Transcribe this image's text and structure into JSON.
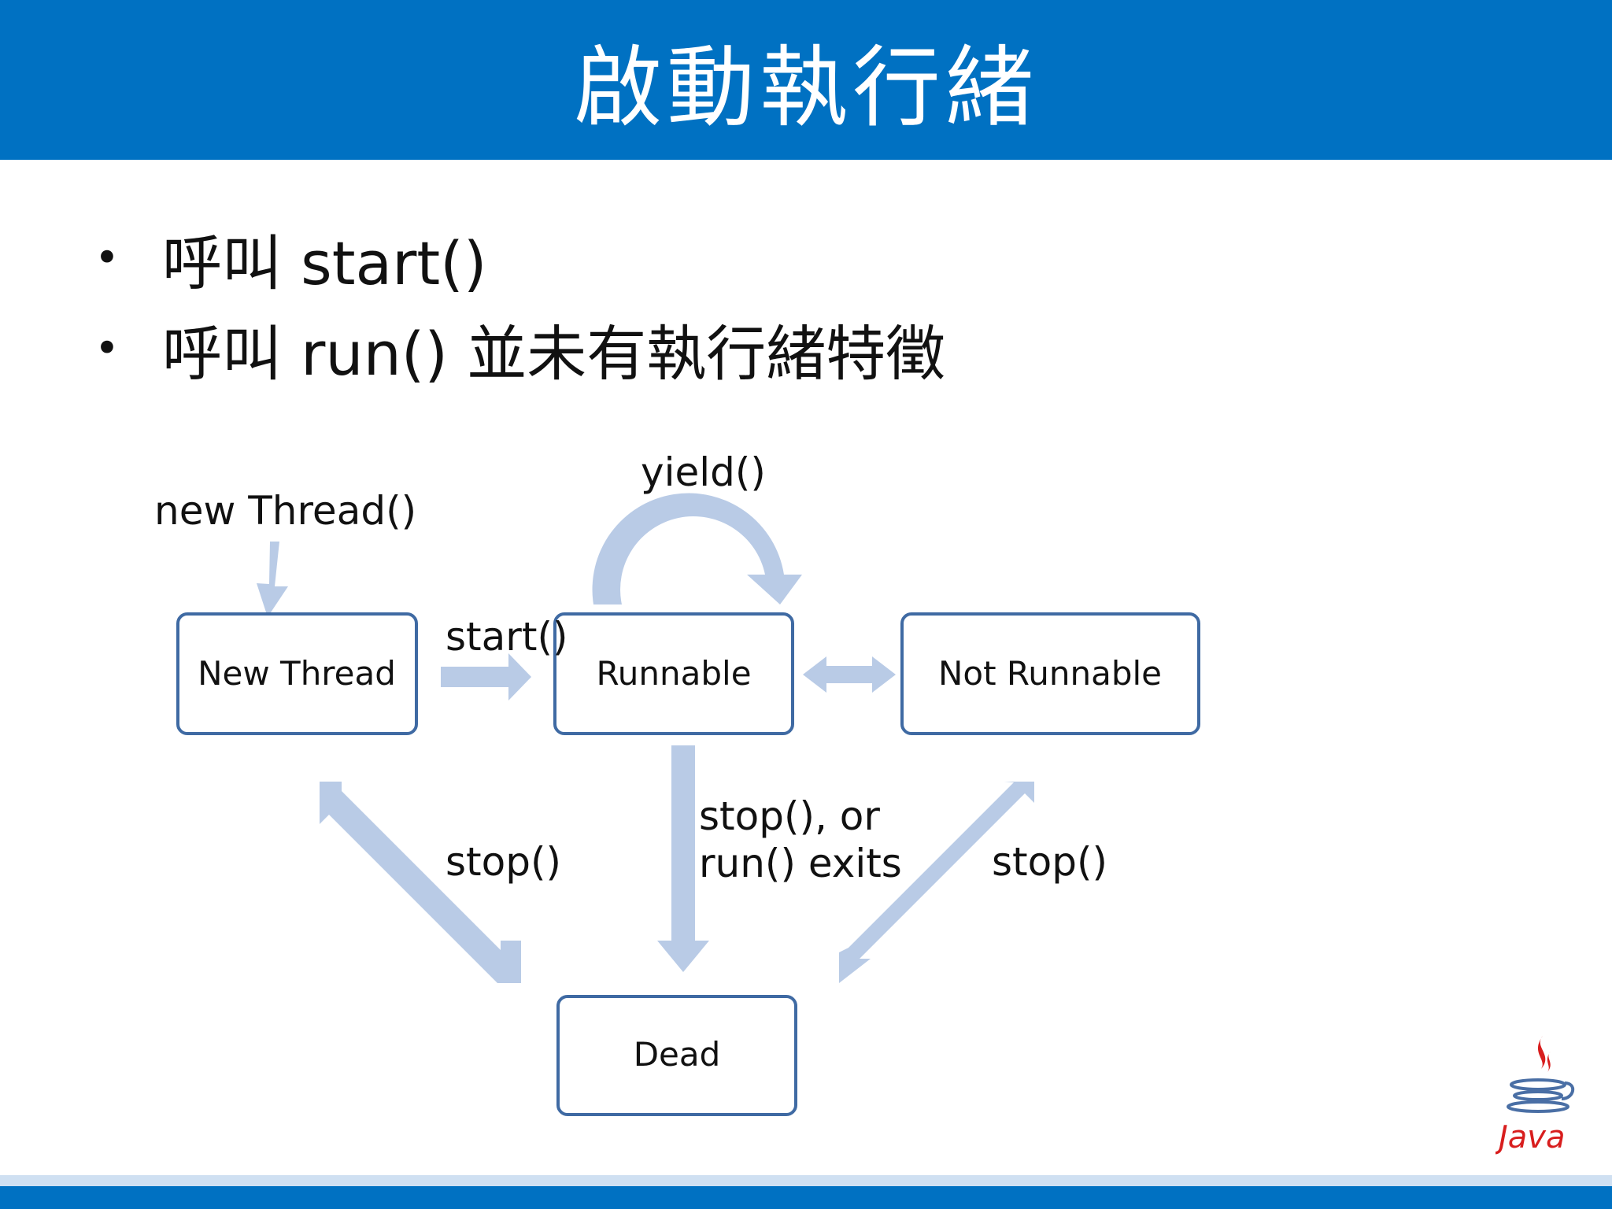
{
  "title": "啟動執行緒",
  "bullets": [
    "呼叫 start()",
    "呼叫 run() 並未有執行緒特徵"
  ],
  "diagram": {
    "states": {
      "new_thread": "New Thread",
      "runnable": "Runnable",
      "not_runnable": "Not Runnable",
      "dead": "Dead"
    },
    "edges": {
      "new_thread_call": "new Thread()",
      "start": "start()",
      "yield": "yield()",
      "stop_or_exit_line1": "stop(), or",
      "stop_or_exit_line2": "run() exits",
      "stop_left": "stop()",
      "stop_right": "stop()"
    }
  },
  "logo": {
    "text": "Java",
    "icon": "java-coffee-cup-icon"
  },
  "colors": {
    "title_bar": "#0071c2",
    "arrow": "#b9cbe6",
    "box_border": "#3f6aa3",
    "logo_red": "#d81e1e"
  }
}
